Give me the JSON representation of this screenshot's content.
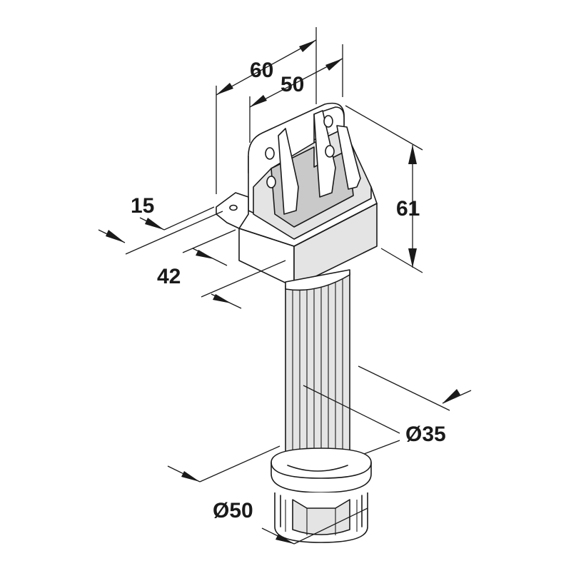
{
  "dimensions": {
    "width_outer": "60",
    "width_inner": "50",
    "height_bracket": "61",
    "tab_length": "15",
    "depth": "42",
    "tube_diameter": "Ø35",
    "foot_diameter": "Ø50"
  }
}
